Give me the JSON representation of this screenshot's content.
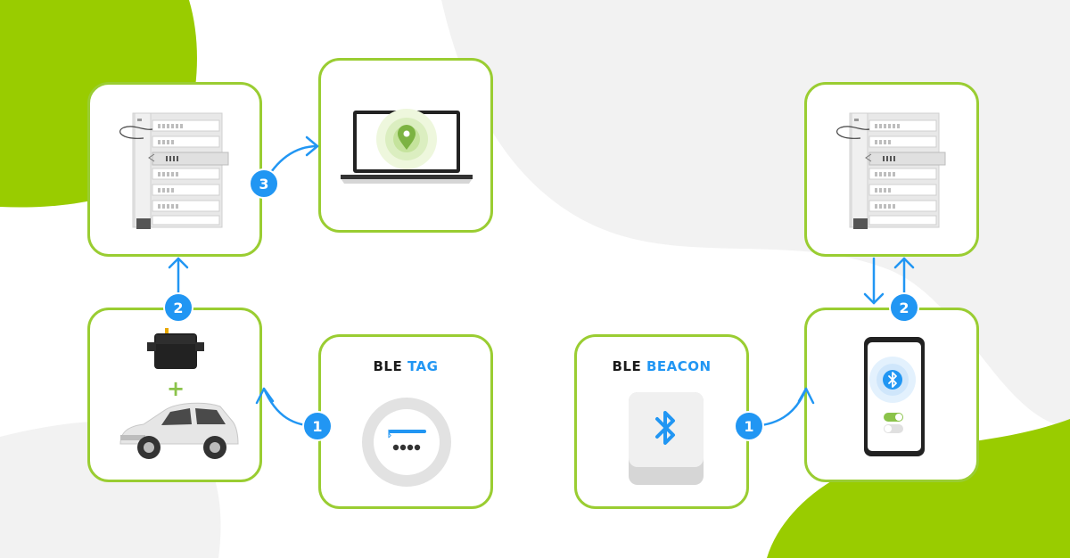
{
  "colors": {
    "accent_green": "#99cc00",
    "card_border": "#9acd32",
    "arrow_blue": "#2196f3",
    "background_gray": "#f2f2f2",
    "dark_text": "#1a1a1a"
  },
  "steps": {
    "left_tag_to_tracker": "1",
    "tracker_to_server": "2",
    "server_to_laptop": "3",
    "beacon_to_phone": "1",
    "phone_to_server": "2"
  },
  "ble_tag_label": {
    "word1": "BLE",
    "word2": "TAG"
  },
  "ble_beacon_label": {
    "word1": "BLE",
    "word2": "BEACON"
  },
  "plus_sign": "+",
  "icons": [
    "server-rack-icon",
    "laptop-icon",
    "map-pin-icon",
    "tracker-device-icon",
    "car-icon",
    "ble-tag-icon",
    "bluetooth-icon",
    "smartphone-icon",
    "toggle-icon"
  ]
}
